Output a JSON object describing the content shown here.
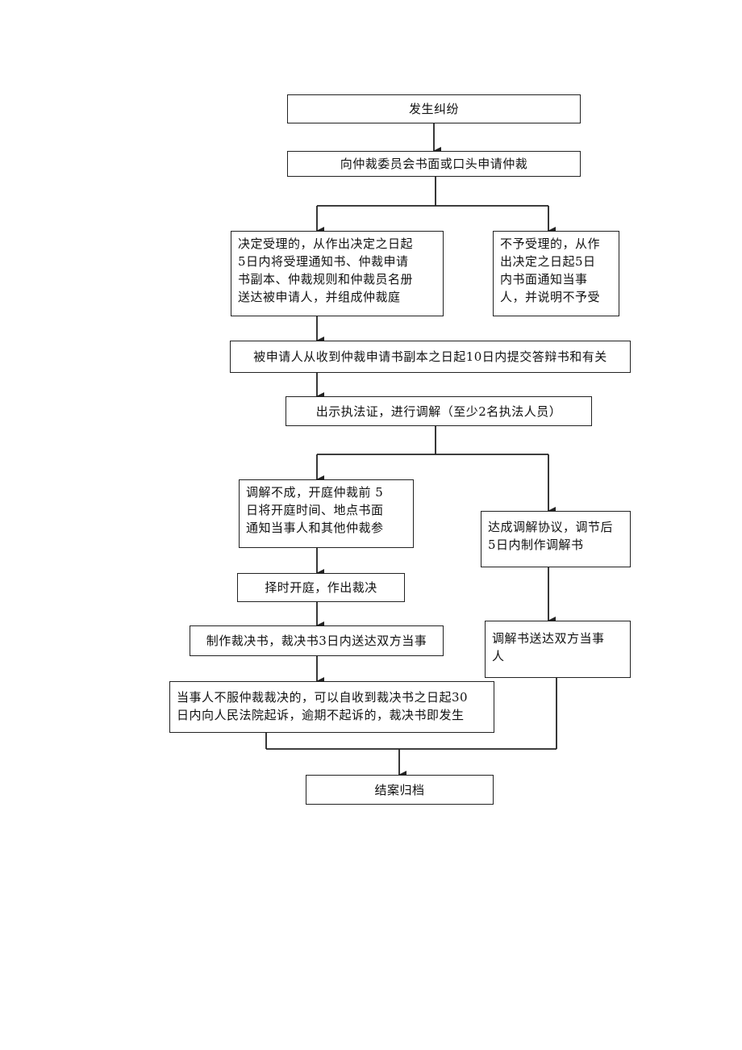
{
  "flowchart": {
    "nodes": {
      "dispute": "发生纠纷",
      "apply": "向仲裁委员会书面或口头申请仲裁",
      "accept": "决定受理的，从作出决定之日起\n5日内将受理通知书、仲裁申请\n书副本、仲裁规则和仲裁员名册\n送达被申请人，并组成仲裁庭",
      "reject": "不予受理的，从作\n出决定之日起5日\n内书面通知当事\n人，并说明不予受",
      "respond": "被申请人从收到仲裁申请书副本之日起10日内提交答辩书和有关",
      "mediate": "出示执法证，进行调解（至少2名执法人员）",
      "mediation_failed": "调解不成，开庭仲裁前 5\n日将开庭时间、地点书面\n通知当事人和其他仲裁参",
      "mediation_agreement": "达成调解协议，调节后\n5日内制作调解书",
      "hearing": "择时开庭，作出裁决",
      "award_doc": "制作裁决书，裁决书3日内送达双方当事",
      "deliver_mediation": "调解书送达双方当事\n人",
      "appeal": "当事人不服仲裁裁决的，可以自收到裁决书之日起30\n日内向人民法院起诉，逾期不起诉的，裁决书即发生",
      "archive": "结案归档"
    }
  }
}
